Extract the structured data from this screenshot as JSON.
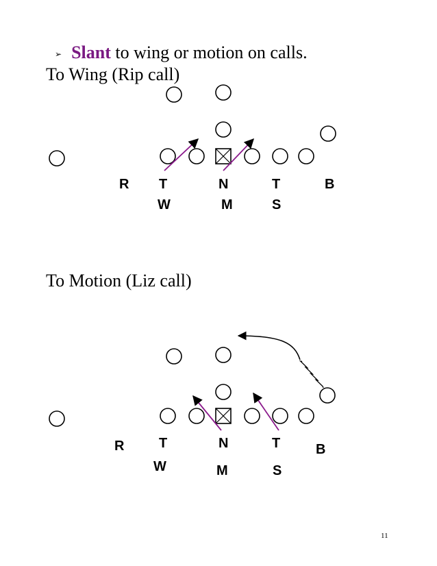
{
  "bullet": {
    "icon": "arrowhead-bullet-icon",
    "glyph": "➢",
    "keyword": "Slant",
    "rest": " to wing or motion on calls.",
    "keyword_color": "#7a1a82"
  },
  "sections": [
    {
      "title": "To Wing (Rip call)",
      "labels_row1": [
        "R",
        "T",
        "N",
        "T",
        "B"
      ],
      "labels_row2": [
        "W",
        "M",
        "S"
      ]
    },
    {
      "title": "To Motion (Liz call)",
      "labels_row1": [
        "R",
        "T",
        "N",
        "T",
        "B"
      ],
      "labels_row2": [
        "W",
        "M",
        "S"
      ]
    }
  ],
  "page_number": "11",
  "colors": {
    "slant_line": "#8b1a8c",
    "ink": "#000000"
  }
}
